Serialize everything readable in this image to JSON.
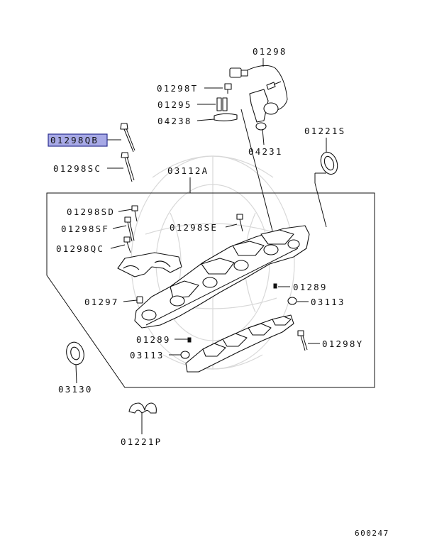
{
  "diagram": {
    "highlighted_label": "01298QB",
    "labels": [
      {
        "id": "01298",
        "text": "01298"
      },
      {
        "id": "01298T",
        "text": "01298T"
      },
      {
        "id": "01295",
        "text": "01295"
      },
      {
        "id": "04238",
        "text": "04238"
      },
      {
        "id": "04231",
        "text": "04231"
      },
      {
        "id": "01221S",
        "text": "01221S"
      },
      {
        "id": "01298QB",
        "text": "01298QB"
      },
      {
        "id": "01298SC",
        "text": "01298SC"
      },
      {
        "id": "03112A",
        "text": "03112A"
      },
      {
        "id": "01298SD",
        "text": "01298SD"
      },
      {
        "id": "01298SF",
        "text": "01298SF"
      },
      {
        "id": "01298SE",
        "text": "01298SE"
      },
      {
        "id": "01298QC",
        "text": "01298QC"
      },
      {
        "id": "01289a",
        "text": "01289"
      },
      {
        "id": "01297",
        "text": "01297"
      },
      {
        "id": "03113a",
        "text": "03113"
      },
      {
        "id": "01289b",
        "text": "01289"
      },
      {
        "id": "03113b",
        "text": "03113"
      },
      {
        "id": "01298Y",
        "text": "01298Y"
      },
      {
        "id": "03130",
        "text": "03130"
      },
      {
        "id": "01221P",
        "text": "01221P"
      }
    ],
    "figure_code": "600247"
  }
}
